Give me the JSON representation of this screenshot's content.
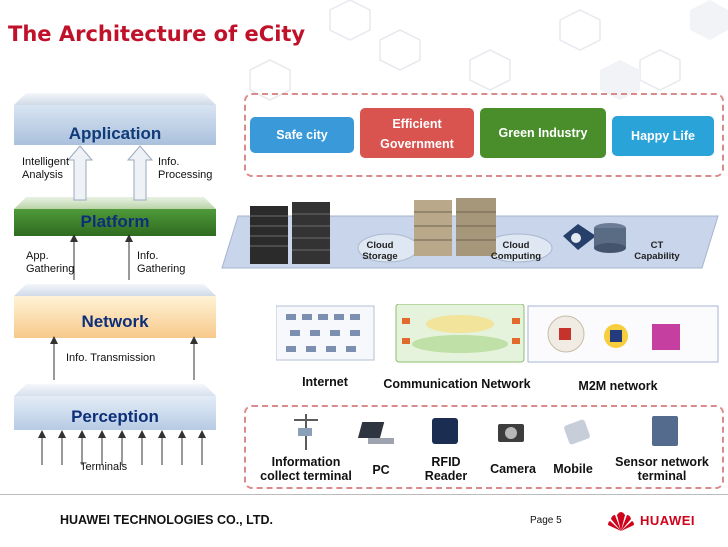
{
  "title": "The Architecture of eCity",
  "layers": {
    "application": "Application",
    "platform": "Platform",
    "network": "Network",
    "perception": "Perception"
  },
  "side_labels": {
    "intelligent_analysis": "Intelligent Analysis",
    "info_processing": "Info. Processing",
    "app_gathering": "App. Gathering",
    "info_gathering": "Info. Gathering",
    "info_transmission": "Info. Transmission",
    "terminals": "Terminals"
  },
  "applications": [
    {
      "label": "Safe city",
      "color": "#3a9ad9"
    },
    {
      "label": "Efficient Government",
      "color": "#d9534f"
    },
    {
      "label": "Green Industry",
      "color": "#4a8e2c"
    },
    {
      "label": "Happy Life",
      "color": "#2aa3d9"
    }
  ],
  "platform_items": {
    "cloud_storage": "Cloud Storage",
    "cloud_computing": "Cloud Computing",
    "ct_capability": "CT Capability"
  },
  "networks": [
    "Internet",
    "Communication Network",
    "M2M network"
  ],
  "terminals": [
    {
      "label": "Information collect terminal",
      "icon": "weather-station-icon"
    },
    {
      "label": "PC",
      "icon": "laptop-icon"
    },
    {
      "label": "RFID Reader",
      "icon": "rfid-reader-icon"
    },
    {
      "label": "Camera",
      "icon": "camera-icon"
    },
    {
      "label": "Mobile",
      "icon": "mobile-icon"
    },
    {
      "label": "Sensor network terminal",
      "icon": "sensor-board-icon"
    }
  ],
  "footer": {
    "company": "HUAWEI TECHNOLOGIES CO., LTD.",
    "page": "Page 5",
    "brand": "HUAWEI",
    "brand_color": "#d0021b"
  }
}
